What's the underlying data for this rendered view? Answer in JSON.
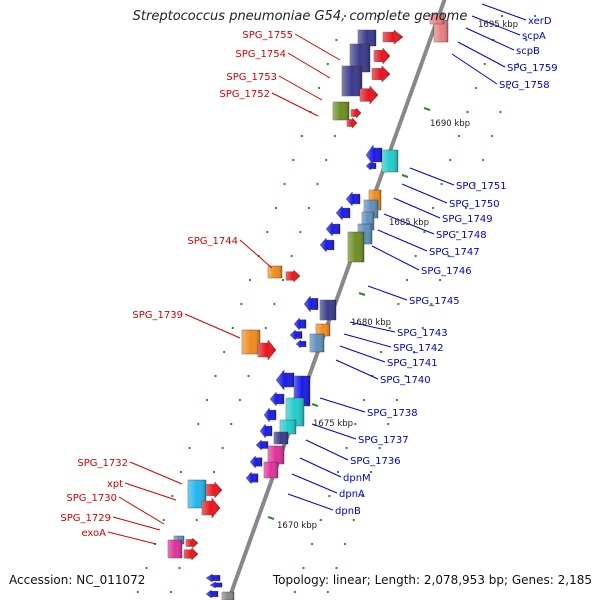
{
  "title": "Streptococcus pneumoniae G54, complete genome",
  "footer": {
    "accession": "Accession: NC_011072",
    "topology": "Topology: linear; Length: 2,078,953 bp; Genes: 2,185"
  },
  "colors": {
    "forward_label": "#d40000",
    "reverse_label": "#0000cc",
    "axis": "#888888",
    "tick": "#2e8b2e",
    "red": "#e8141c",
    "blue": "#1a1ae6",
    "navy": "#3a3a8c",
    "cyan": "#22cccc",
    "olive": "#6b8e23",
    "orange": "#f28c1a",
    "pink": "#e0309a",
    "sky": "#22b4ee",
    "salmon": "#e88080",
    "steel": "#5f8fbf"
  },
  "scale_labels": [
    "1695 kbp",
    "1690 kbp",
    "1685 kbp",
    "1680 kbp",
    "1675 kbp",
    "1670 kbp"
  ],
  "forward_genes": [
    "SPG_1755",
    "SPG_1754",
    "SPG_1753",
    "SPG_1752",
    "SPG_1744",
    "SPG_1739",
    "SPG_1732",
    "xpt",
    "SPG_1730",
    "SPG_1729",
    "exoA"
  ],
  "reverse_genes": [
    "xerD",
    "scpA",
    "scpB",
    "SPG_1759",
    "SPG_1758",
    "SPG_1751",
    "SPG_1750",
    "SPG_1749",
    "SPG_1748",
    "SPG_1747",
    "SPG_1746",
    "SPG_1745",
    "SPG_1743",
    "SPG_1742",
    "SPG_1741",
    "SPG_1740",
    "SPG_1738",
    "SPG_1737",
    "SPG_1736",
    "dpnM",
    "dpnA",
    "dpnB"
  ]
}
